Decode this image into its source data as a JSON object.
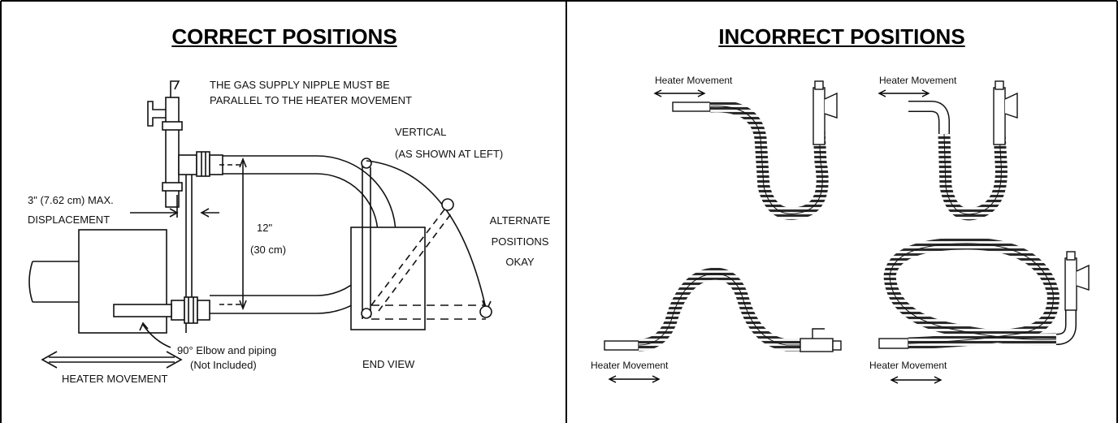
{
  "correct_panel": {
    "title": "CORRECT POSITIONS",
    "note_line1": "THE GAS SUPPLY NIPPLE MUST BE",
    "note_line2": "PARALLEL TO THE HEATER MOVEMENT",
    "vertical_line1": "VERTICAL",
    "vertical_line2": "(AS SHOWN AT LEFT)",
    "displacement_line1": "3\" (7.62 cm) MAX.",
    "displacement_line2": "DISPLACEMENT",
    "dim_line1": "12\"",
    "dim_line2": "(30 cm)",
    "alternate_line1": "ALTERNATE",
    "alternate_line2": "POSITIONS",
    "alternate_line3": "OKAY",
    "elbow_line1": "90° Elbow and piping",
    "elbow_line2": "(Not Included)",
    "end_view": "END VIEW",
    "heater_movement": "HEATER MOVEMENT"
  },
  "incorrect_panel": {
    "title": "INCORRECT POSITIONS",
    "heater_movement_1": "Heater Movement",
    "heater_movement_2": "Heater Movement",
    "heater_movement_3": "Heater Movement",
    "heater_movement_4": "Heater Movement"
  }
}
